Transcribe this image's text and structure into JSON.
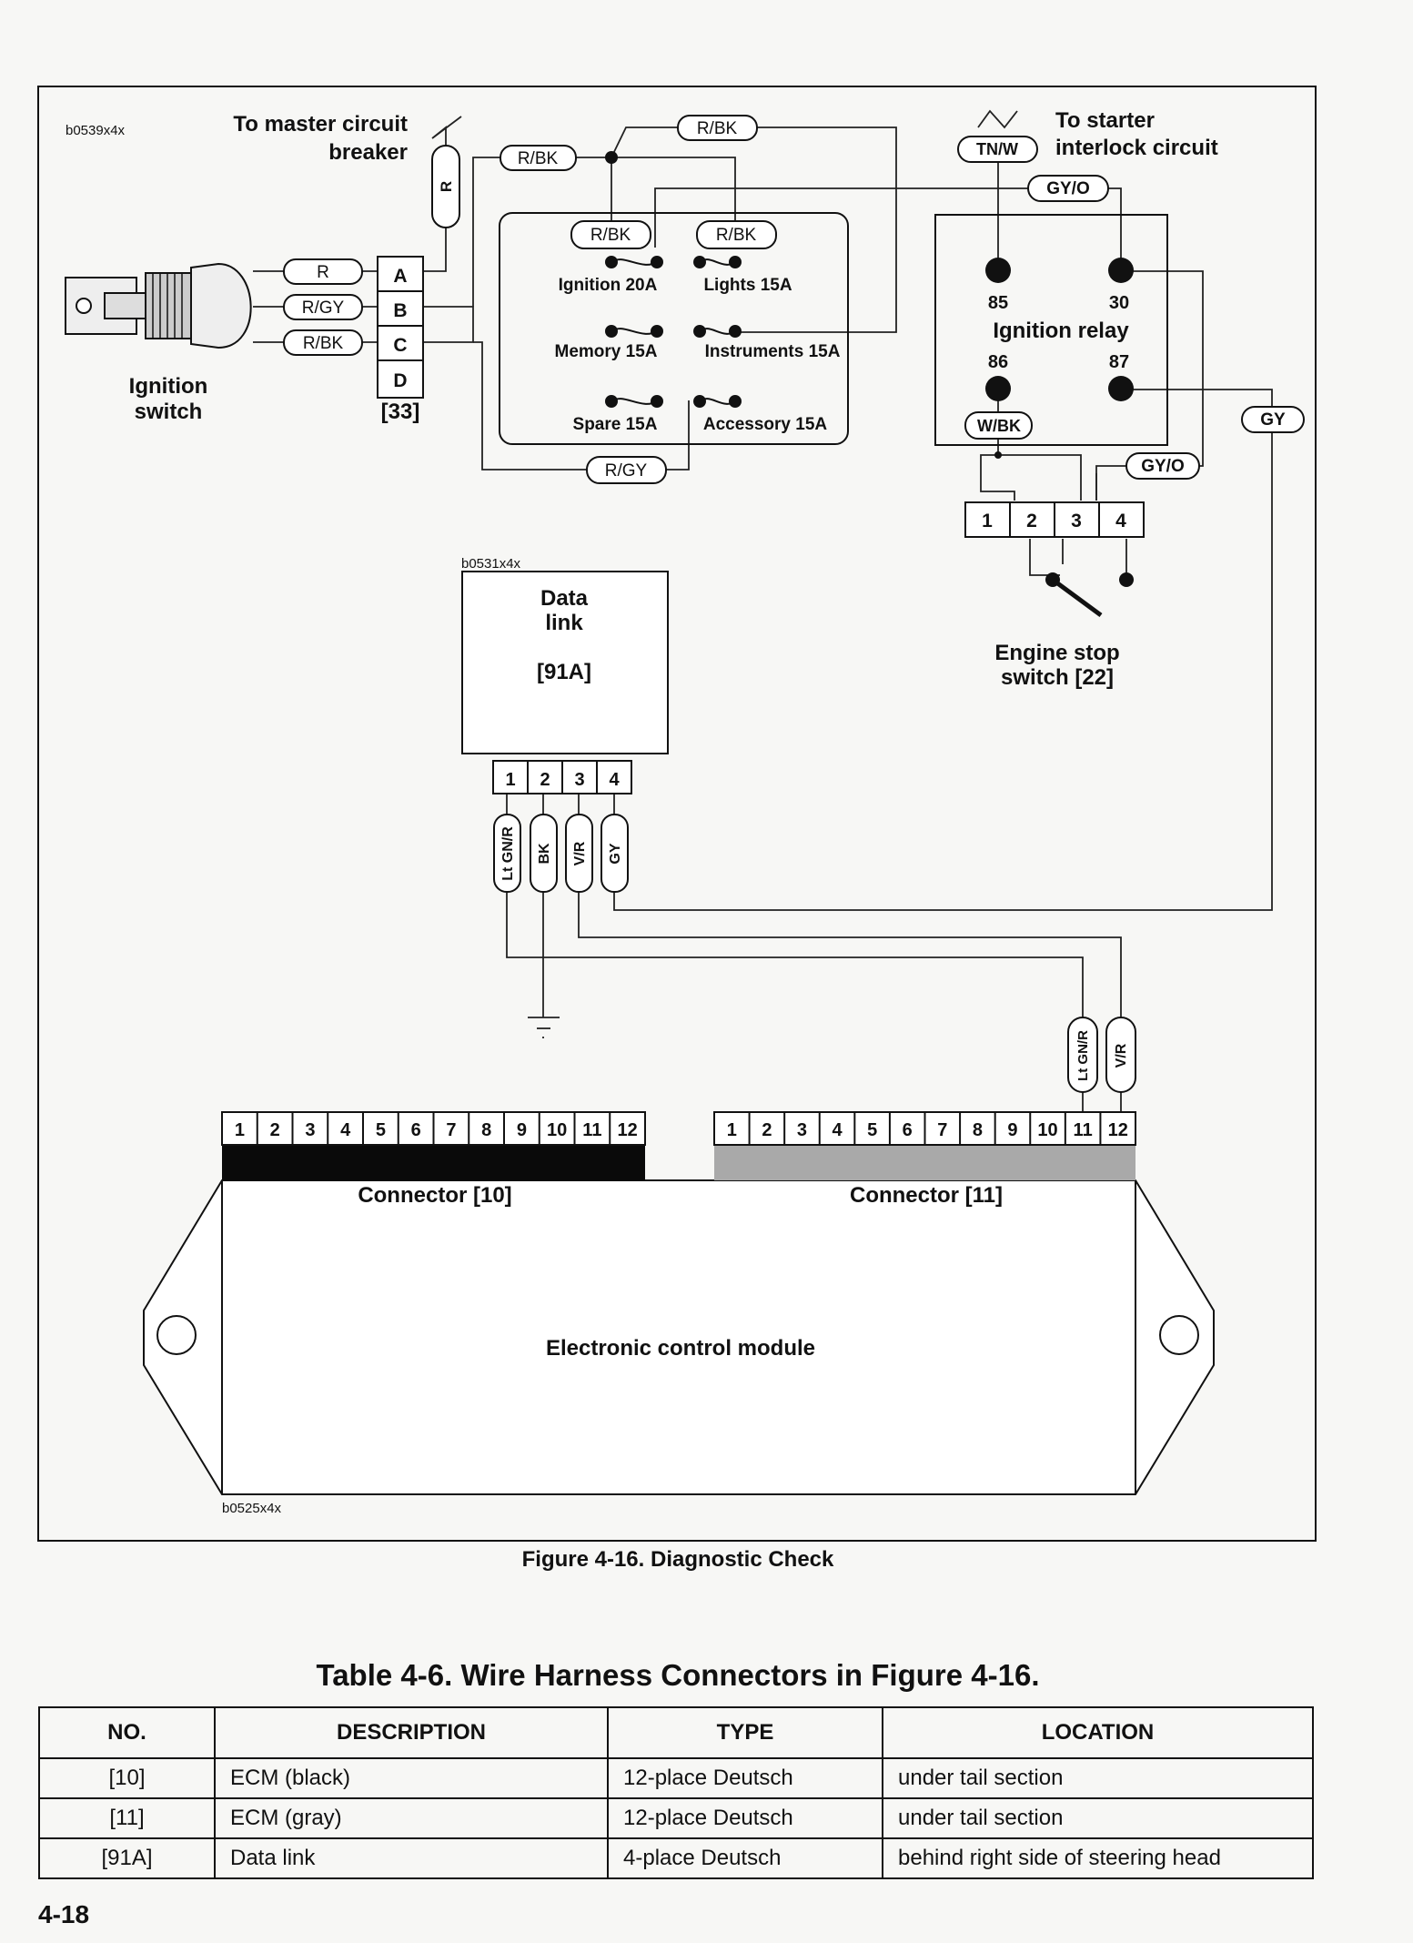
{
  "figure": {
    "ref_main": "b0539x4x",
    "ref_datalink": "b0531x4x",
    "ref_ecm": "b0525x4x",
    "master_breaker_line1": "To master circuit",
    "master_breaker_line2": "breaker",
    "starter_line1": "To starter",
    "starter_line2": "interlock circuit",
    "ignition_switch_line1": "Ignition",
    "ignition_switch_line2": "switch",
    "connector33_pins": [
      "A",
      "B",
      "C",
      "D"
    ],
    "connector33_label": "[33]",
    "fuses": [
      "Ignition 20A",
      "Lights 15A",
      "Memory 15A",
      "Instruments 15A",
      "Spare 15A",
      "Accessory 15A"
    ],
    "relay": {
      "pin85": "85",
      "pin30": "30",
      "label": "Ignition relay",
      "pin86": "86",
      "pin87": "87"
    },
    "stop_switch_pins": [
      "1",
      "2",
      "3",
      "4"
    ],
    "stop_switch_line1": "Engine stop",
    "stop_switch_line2": "switch [22]",
    "datalink_line1": "Data",
    "datalink_line2": "link",
    "datalink_ref": "[91A]",
    "datalink_pins": [
      "1",
      "2",
      "3",
      "4"
    ],
    "wire_tags": {
      "r_ign": "R",
      "rgy_ign": "R/GY",
      "rbk_ign": "R/BK",
      "r_vert": "R",
      "rbk_left": "R/BK",
      "rbk_top": "R/BK",
      "rbk_fuse1": "R/BK",
      "rbk_fuse2": "R/BK",
      "rgy_bottom": "R/GY",
      "tnw": "TN/W",
      "gyo_top": "GY/O",
      "wbk": "W/BK",
      "gyo_mid": "GY/O",
      "gy_right": "GY",
      "dl1": "Lt GN/R",
      "dl2": "BK",
      "dl3": "V/R",
      "dl4": "GY",
      "ecm11": "Lt GN/R",
      "ecm12": "V/R"
    },
    "connector10_pins": [
      "1",
      "2",
      "3",
      "4",
      "5",
      "6",
      "7",
      "8",
      "9",
      "10",
      "11",
      "12"
    ],
    "connector11_pins": [
      "1",
      "2",
      "3",
      "4",
      "5",
      "6",
      "7",
      "8",
      "9",
      "10",
      "11",
      "12"
    ],
    "connector10_label": "Connector [10]",
    "connector11_label": "Connector [11]",
    "ecm_label": "Electronic control module",
    "caption": "Figure 4-16. Diagnostic Check",
    "colors": {
      "connector10_band": "#0a0a0a",
      "connector11_band": "#a9a9a9"
    }
  },
  "table": {
    "title": "Table 4-6. Wire Harness Connectors in Figure 4-16.",
    "headers": [
      "NO.",
      "DESCRIPTION",
      "TYPE",
      "LOCATION"
    ],
    "rows": [
      [
        "[10]",
        "ECM (black)",
        "12-place Deutsch",
        "under tail section"
      ],
      [
        "[11]",
        "ECM (gray)",
        "12-place Deutsch",
        "under tail section"
      ],
      [
        "[91A]",
        "Data link",
        "4-place Deutsch",
        "behind right side of steering head"
      ]
    ]
  },
  "page_number": "4-18"
}
